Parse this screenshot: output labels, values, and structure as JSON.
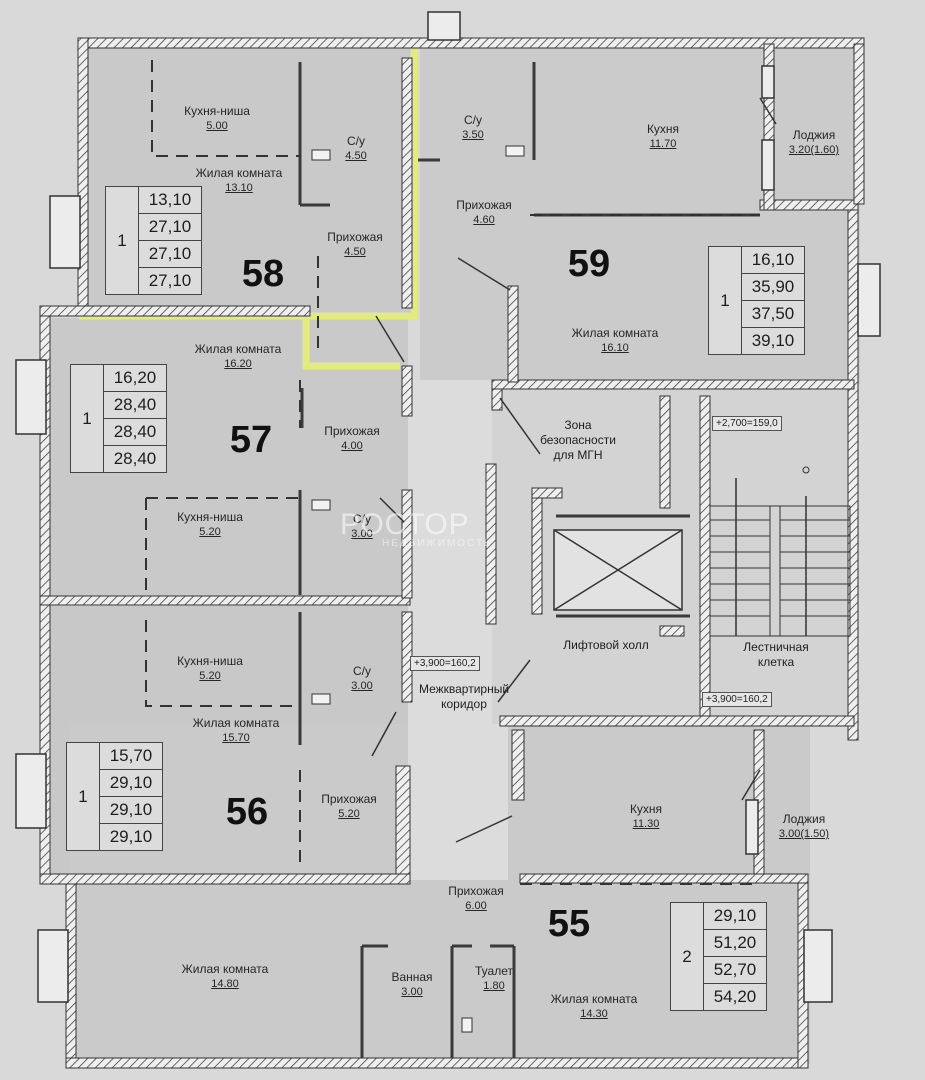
{
  "apartments": [
    {
      "number": "58",
      "rooms_count": "1",
      "areas": [
        "13,10",
        "27,10",
        "27,10",
        "27,10"
      ],
      "rooms": [
        {
          "name": "Кухня-ниша",
          "area": "5.00"
        },
        {
          "name": "С/у",
          "area": "4.50"
        },
        {
          "name": "Жилая комната",
          "area": "13.10"
        },
        {
          "name": "Прихожая",
          "area": "4.50"
        }
      ]
    },
    {
      "number": "59",
      "rooms_count": "1",
      "areas": [
        "16,10",
        "35,90",
        "37,50",
        "39,10"
      ],
      "rooms": [
        {
          "name": "С/у",
          "area": "3.50"
        },
        {
          "name": "Кухня",
          "area": "11.70"
        },
        {
          "name": "Лоджия",
          "area": "3.20(1.60)"
        },
        {
          "name": "Прихожая",
          "area": "4.60"
        },
        {
          "name": "Жилая комната",
          "area": "16.10"
        }
      ]
    },
    {
      "number": "57",
      "rooms_count": "1",
      "areas": [
        "16,20",
        "28,40",
        "28,40",
        "28,40"
      ],
      "rooms": [
        {
          "name": "Жилая комната",
          "area": "16.20"
        },
        {
          "name": "Прихожая",
          "area": "4.00"
        },
        {
          "name": "Кухня-ниша",
          "area": "5.20"
        },
        {
          "name": "С/у",
          "area": "3.00"
        }
      ]
    },
    {
      "number": "56",
      "rooms_count": "1",
      "areas": [
        "15,70",
        "29,10",
        "29,10",
        "29,10"
      ],
      "rooms": [
        {
          "name": "Кухня-ниша",
          "area": "5.20"
        },
        {
          "name": "С/у",
          "area": "3.00"
        },
        {
          "name": "Жилая комната",
          "area": "15.70"
        },
        {
          "name": "Прихожая",
          "area": "5.20"
        }
      ]
    },
    {
      "number": "55",
      "rooms_count": "2",
      "areas": [
        "29,10",
        "51,20",
        "52,70",
        "54,20"
      ],
      "rooms": [
        {
          "name": "Кухня",
          "area": "11.30"
        },
        {
          "name": "Лоджия",
          "area": "3.00(1.50)"
        },
        {
          "name": "Прихожая",
          "area": "6.00"
        },
        {
          "name": "Жилая комната",
          "area": "14.80"
        },
        {
          "name": "Ванная",
          "area": "3.00"
        },
        {
          "name": "Туалет",
          "area": "1.80"
        },
        {
          "name": "Жилая комната",
          "area": "14.30"
        }
      ]
    }
  ],
  "common": {
    "safety_zone": [
      "Зона",
      "безопасности",
      "для МГН"
    ],
    "lift_hall": "Лифтовой холл",
    "stair": [
      "Лестничная",
      "клетка"
    ],
    "corridor": [
      "Межквартирный",
      "коридор"
    ]
  },
  "level_marks": [
    "+2,700=159,0",
    "+3,900=160,2",
    "+3,900=160,2"
  ],
  "watermark": {
    "brand": "РОСТОР",
    "sub": "НЕДВИЖИМОСТЬ"
  },
  "colors": {
    "wall": "#3a3a3a",
    "floor": "#cfcfcf",
    "highlight": "#e6ec8a",
    "background": "#d9d9d9"
  }
}
